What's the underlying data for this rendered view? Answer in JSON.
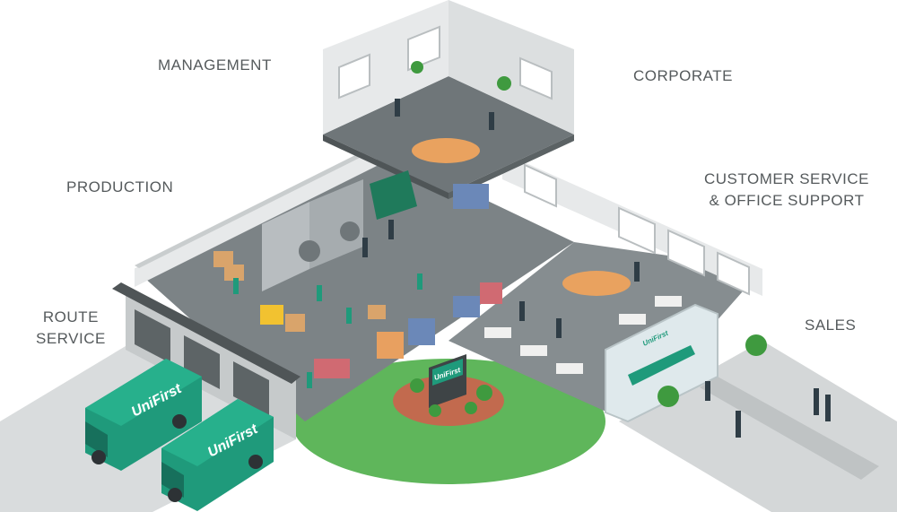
{
  "labels": {
    "management": "MANAGEMENT",
    "corporate": "CORPORATE",
    "production": "PRODUCTION",
    "customer_service_line1": "CUSTOMER SERVICE",
    "customer_service_line2": "& OFFICE SUPPORT",
    "route_service_line1": "ROUTE",
    "route_service_line2": "SERVICE",
    "sales": "SALES"
  },
  "brand": {
    "name": "UniFirst",
    "primary_color": "#1f9a7b",
    "dark_color": "#17705c"
  },
  "colors": {
    "label": "#555a5c",
    "floor": "#7c8386",
    "wall": "#e7e9ea",
    "lawn": "#5fb65b"
  }
}
